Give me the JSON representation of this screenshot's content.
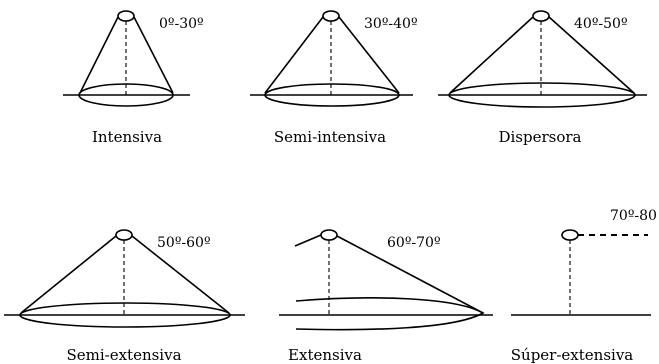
{
  "diagram": {
    "items": [
      {
        "label": "Intensiva",
        "angle": "0º-30º"
      },
      {
        "label": "Semi-intensiva",
        "angle": "30º-40º"
      },
      {
        "label": "Dispersora",
        "angle": "40º-50º"
      },
      {
        "label": "Semi-extensiva",
        "angle": "50º-60º"
      },
      {
        "label": "Extensiva",
        "angle": "60º-70º"
      },
      {
        "label": "Súper-extensiva",
        "angle": "70º-80"
      }
    ]
  }
}
